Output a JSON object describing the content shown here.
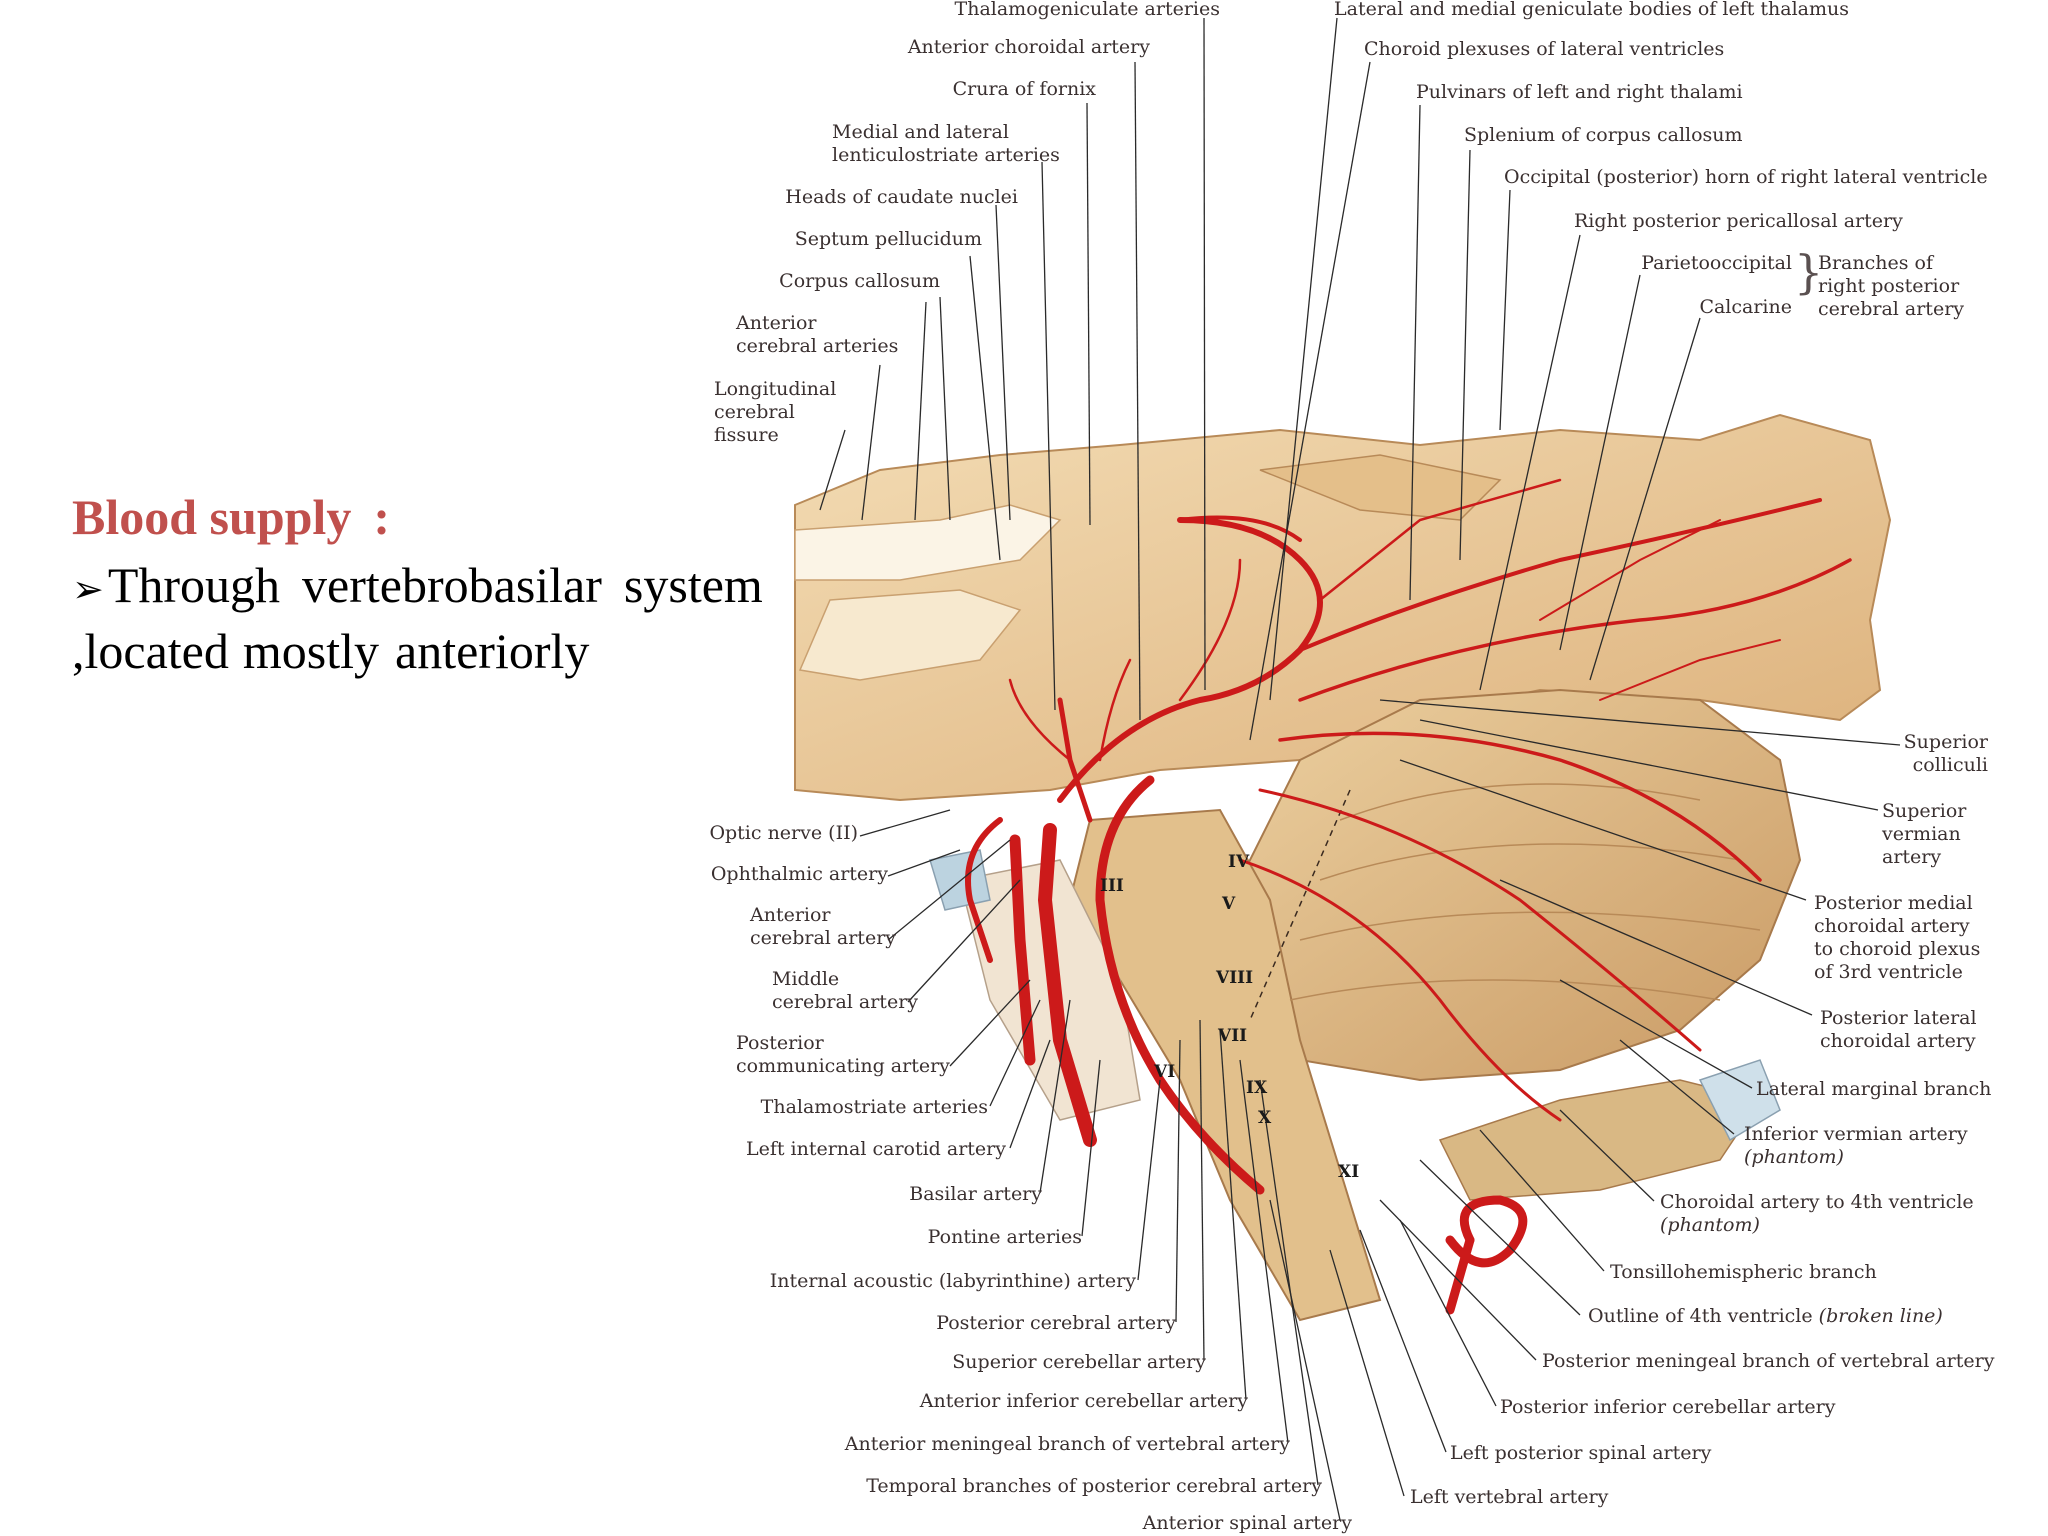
{
  "slide": {
    "heading": "Blood supply",
    "heading_colon": ":",
    "bullet_arrow": "➢",
    "bullet_line1_words": [
      "Through",
      "vertebrobasilar",
      "system"
    ],
    "bullet_line2_words": [
      ",located",
      "mostly",
      "anteriorly"
    ]
  },
  "diagram": {
    "top_left_labels": {
      "thalamogeniculate": "Thalamogeniculate arteries",
      "anterior_choroidal": "Anterior choroidal artery",
      "crura_fornix": "Crura of fornix",
      "lenticulostriate_1": "Medial and lateral",
      "lenticulostriate_2": "lenticulostriate arteries",
      "caudate": "Heads of caudate nuclei",
      "septum": "Septum pellucidum",
      "corpus_callosum": "Corpus callosum",
      "anterior_cerebral_1": "Anterior",
      "anterior_cerebral_2": "cerebral arteries",
      "longitudinal_1": "Longitudinal",
      "longitudinal_2": "cerebral",
      "longitudinal_3": "fissure"
    },
    "top_right_labels": {
      "geniculate": "Lateral and medial geniculate bodies of left thalamus",
      "choroid_plexuses": "Choroid plexuses of lateral ventricles",
      "pulvinars": "Pulvinars of left and right thalami",
      "splenium": "Splenium of corpus callosum",
      "occipital_horn": "Occipital (posterior) horn of right lateral ventricle",
      "pericallosal": "Right posterior pericallosal artery",
      "parietooccipital": "Parietooccipital",
      "calcarine": "Calcarine",
      "branches_1": "Branches of",
      "branches_2": "right posterior",
      "branches_3": "cerebral artery"
    },
    "left_labels": {
      "optic": "Optic nerve (II)",
      "ophthalmic": "Ophthalmic artery",
      "ant_cerebral_1": "Anterior",
      "ant_cerebral_2": "cerebral artery",
      "middle_1": "Middle",
      "middle_2": "cerebral artery",
      "post_comm_1": "Posterior",
      "post_comm_2": "communicating artery",
      "thalamostriate": "Thalamostriate arteries",
      "carotid": "Left internal carotid artery"
    },
    "bottom_left_labels": {
      "basilar": "Basilar artery",
      "pontine": "Pontine arteries",
      "labyrinthine": "Internal acoustic (labyrinthine) artery",
      "post_cerebral": "Posterior cerebral artery",
      "sup_cerebellar": "Superior cerebellar artery",
      "aica": "Anterior inferior cerebellar artery",
      "ant_meningeal": "Anterior meningeal branch of vertebral artery",
      "temporal": "Temporal branches of posterior cerebral artery",
      "ant_spinal": "Anterior spinal artery"
    },
    "right_labels": {
      "sup_colliculi_1": "Superior",
      "sup_colliculi_2": "colliculi",
      "sup_vermian_1": "Superior",
      "sup_vermian_2": "vermian",
      "sup_vermian_3": "artery",
      "post_medial_1": "Posterior medial",
      "post_medial_2": "choroidal artery",
      "post_medial_3": "to choroid plexus",
      "post_medial_4": "of 3rd ventricle",
      "post_lateral_1": "Posterior lateral",
      "post_lateral_2": "choroidal artery",
      "lat_marginal": "Lateral marginal branch",
      "inf_vermian": "Inferior vermian artery",
      "inf_vermian_phantom": "(phantom)",
      "choroidal_4th": "Choroidal artery to 4th ventricle",
      "choroidal_4th_phantom": "(phantom)",
      "tonsillo": "Tonsillohemispheric branch",
      "outline_4th": "Outline of 4th ventricle",
      "outline_4th_note": "(broken line)",
      "post_meningeal": "Posterior meningeal branch of vertebral artery",
      "pica": "Posterior inferior cerebellar artery",
      "post_spinal": "Left posterior spinal artery",
      "vertebral": "Left vertebral artery"
    },
    "nerve_numerals": [
      "III",
      "IV",
      "V",
      "VIII",
      "VII",
      "VI",
      "IX",
      "X",
      "XI"
    ],
    "colors": {
      "artery": "#cc1a1a",
      "tissue": "#e8c99a",
      "tissue_shadow": "#c9a070",
      "heading": "#c0504d"
    }
  }
}
